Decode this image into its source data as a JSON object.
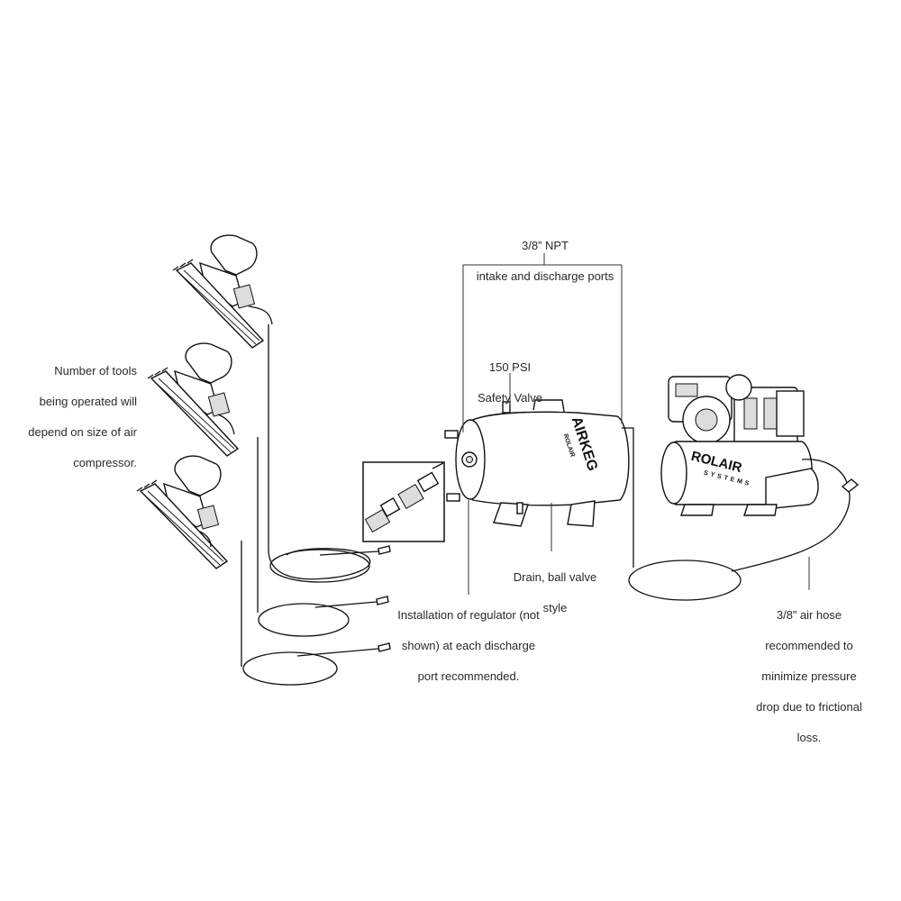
{
  "labels": {
    "npt_ports": [
      "3/8” NPT",
      "intake and discharge ports"
    ],
    "safety_valve": [
      "150 PSI",
      "Safety Valve"
    ],
    "tools_note": [
      "Number of tools",
      "being operated will",
      "depend on size of air",
      "compressor."
    ],
    "drain": [
      "Drain, ball valve",
      "style"
    ],
    "regulator": [
      "Installation of regulator (not",
      "shown) at each discharge",
      "port recommended."
    ],
    "air_hose": [
      "3/8” air hose",
      "recommended to",
      "minimize pressure",
      "drop due to frictional",
      "loss."
    ]
  },
  "tank_brand": "AIRKEG",
  "tank_sub_brand": "ROLAIR",
  "compressor_brand": "ROLAIR",
  "compressor_sub_brand": "SYSTEMS"
}
